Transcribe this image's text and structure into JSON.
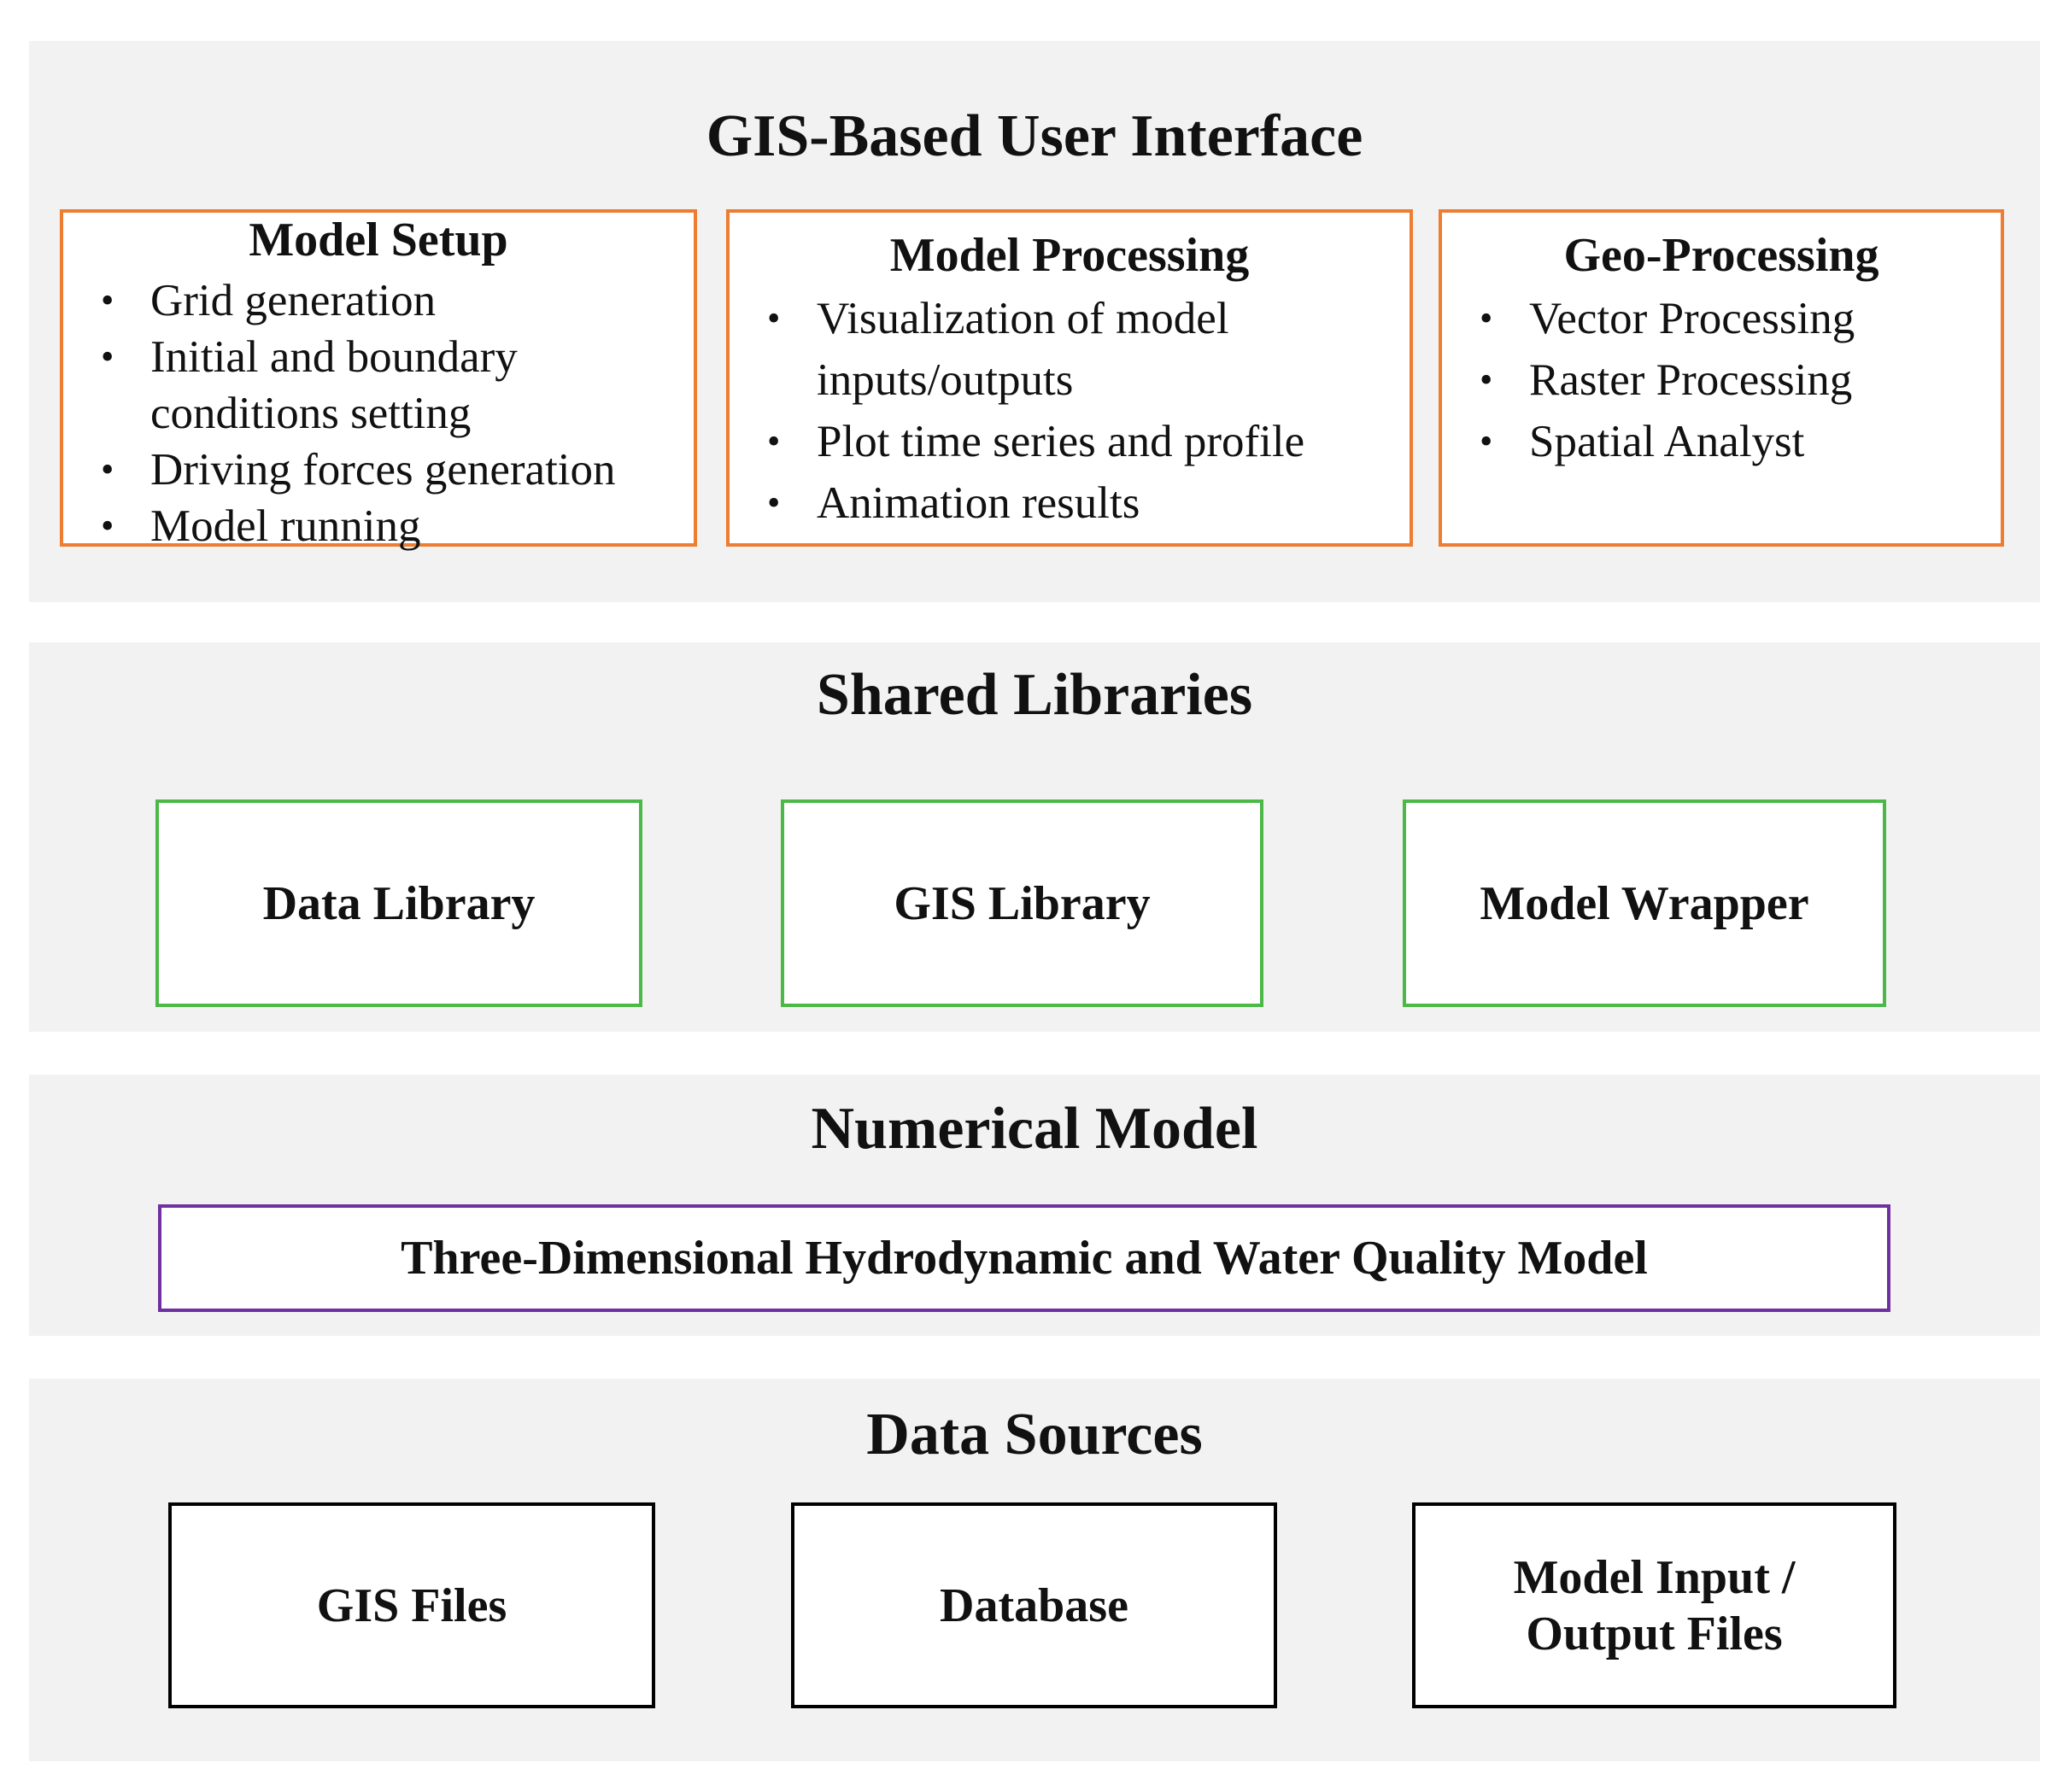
{
  "layers": {
    "ui": {
      "title": "GIS-Based User Interface",
      "boxes": [
        {
          "title": "Model Setup",
          "items": [
            "Grid generation",
            "Initial and boundary\nconditions setting",
            "Driving forces generation",
            "Model running"
          ]
        },
        {
          "title": "Model Processing",
          "items": [
            "Visualization of model\ninputs/outputs",
            "Plot time series and profile",
            "Animation results"
          ]
        },
        {
          "title": "Geo-Processing",
          "items": [
            "Vector Processing",
            "Raster Processing",
            "Spatial Analyst"
          ]
        }
      ]
    },
    "shared": {
      "title": "Shared Libraries",
      "boxes": [
        "Data Library",
        "GIS Library",
        "Model Wrapper"
      ]
    },
    "numerical": {
      "title": "Numerical Model",
      "box": "Three-Dimensional Hydrodynamic and Water Quality Model"
    },
    "sources": {
      "title": "Data Sources",
      "boxes": [
        "GIS Files",
        "Database",
        "Model Input /\nOutput Files"
      ]
    }
  },
  "colors": {
    "layer_background": "#f2f2f2",
    "ui_border": "#ed7d31",
    "shared_border": "#4cb848",
    "numerical_border": "#7030a0",
    "sources_border": "#000000"
  }
}
